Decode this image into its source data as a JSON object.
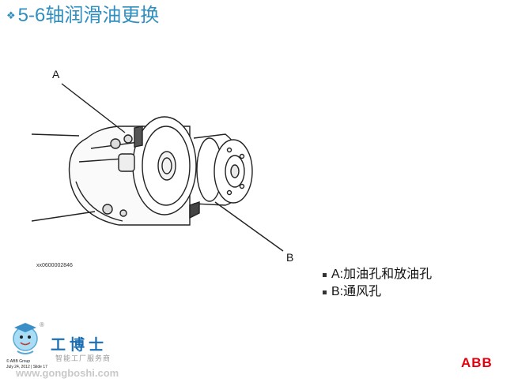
{
  "title": {
    "bullet": "❖",
    "text": "5-6轴润滑油更换"
  },
  "figure": {
    "callout_a": "A",
    "callout_b": "B",
    "figure_id": "xx0600002846"
  },
  "legend": [
    {
      "text": "A:加油孔和放油孔"
    },
    {
      "text": "B:通风孔"
    }
  ],
  "footer": {
    "brand_registered": "®",
    "brand_name": "工博士",
    "brand_subtitle": "智能工厂服务商",
    "copyright_line1": "© ABB Group",
    "copyright_line2": "July 24, 2012 | Slide 17",
    "website": "www.gongboshi.com",
    "logo": "ABB"
  },
  "colors": {
    "title": "#2f8fbf",
    "brand": "#1a6fb3",
    "logo": "#e3000f"
  }
}
